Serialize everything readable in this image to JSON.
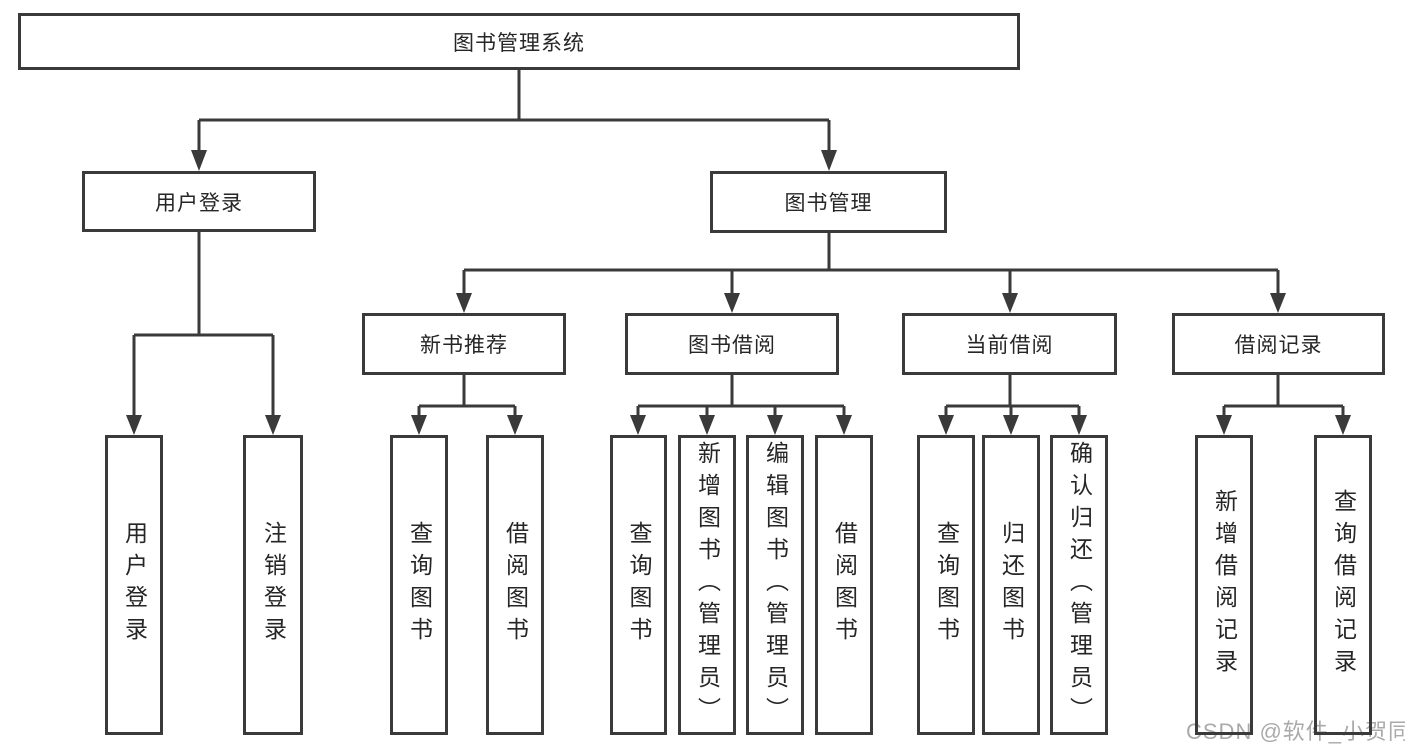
{
  "tree": {
    "root": {
      "label": "图书管理系统"
    },
    "level2": [
      {
        "id": "user-login",
        "label": "用户登录"
      },
      {
        "id": "book-management",
        "label": "图书管理"
      }
    ],
    "level3": [
      {
        "id": "new-book-recommend",
        "label": "新书推荐"
      },
      {
        "id": "book-borrow",
        "label": "图书借阅"
      },
      {
        "id": "current-borrow",
        "label": "当前借阅"
      },
      {
        "id": "borrow-records",
        "label": "借阅记录"
      }
    ],
    "leaves": [
      {
        "id": "user-login-leaf",
        "label": "用户登录"
      },
      {
        "id": "logout",
        "label": "注销登录"
      },
      {
        "id": "query-books-recommend",
        "label": "查询图书"
      },
      {
        "id": "borrow-books-recommend",
        "label": "借阅图书"
      },
      {
        "id": "query-books-borrow",
        "label": "查询图书"
      },
      {
        "id": "add-books-admin",
        "label": "新增图书（管理员）"
      },
      {
        "id": "edit-books-admin",
        "label": "编辑图书（管理员）"
      },
      {
        "id": "borrow-books",
        "label": "借阅图书"
      },
      {
        "id": "query-books-current",
        "label": "查询图书"
      },
      {
        "id": "return-books",
        "label": "归还图书"
      },
      {
        "id": "confirm-return-admin",
        "label": "确认归还（管理员）"
      },
      {
        "id": "add-borrow-record",
        "label": "新增借阅记录"
      },
      {
        "id": "query-borrow-record",
        "label": "查询借阅记录"
      }
    ]
  },
  "watermark": {
    "text": "CSDN @软件_小贺同学"
  },
  "colors": {
    "line": "#3a3a3a",
    "text": "#262626",
    "watermark": "#aaaaaa",
    "background": "#ffffff"
  }
}
